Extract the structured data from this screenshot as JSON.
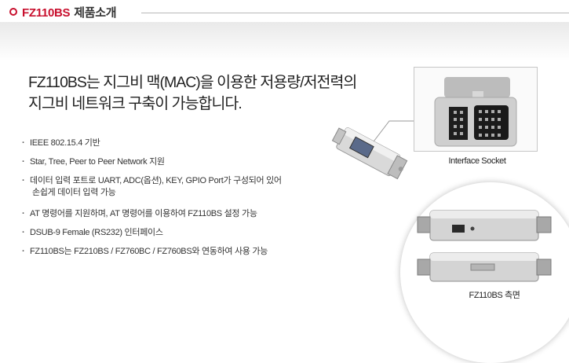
{
  "header": {
    "model": "FZ110BS",
    "subtitle": "제품소개"
  },
  "headline": {
    "line1": "FZ110BS는 지그비 맥(MAC)을 이용한 저용량/저전력의",
    "line2": "지그비 네트워크 구축이 가능합니다."
  },
  "features": [
    {
      "text": "IEEE 802.15.4 기반"
    },
    {
      "text": "Star, Tree, Peer to Peer Network 지원"
    },
    {
      "text": "데이터 입력 포트로 UART, ADC(옵션), KEY, GPIO Port가 구성되어 있어",
      "cont": "손쉽게 데이터 입력 가능"
    },
    {
      "text": "AT 명령어를 지원하며, AT 명령어를 이용하여 FZ110BS 설정 가능"
    },
    {
      "text": "DSUB-9 Female (RS232) 인터페이스"
    },
    {
      "text": "FZ110BS는 FZ210BS / FZ760BC / FZ760BS와 연동하여 사용 가능"
    }
  ],
  "images": {
    "socket_caption": "Interface Socket",
    "side_caption": "FZ110BS 측면"
  },
  "colors": {
    "accent": "#c8102e",
    "text": "#333333",
    "rule": "#b8b8b8"
  },
  "icons": {
    "header_bullet": "circle-outline-icon"
  }
}
